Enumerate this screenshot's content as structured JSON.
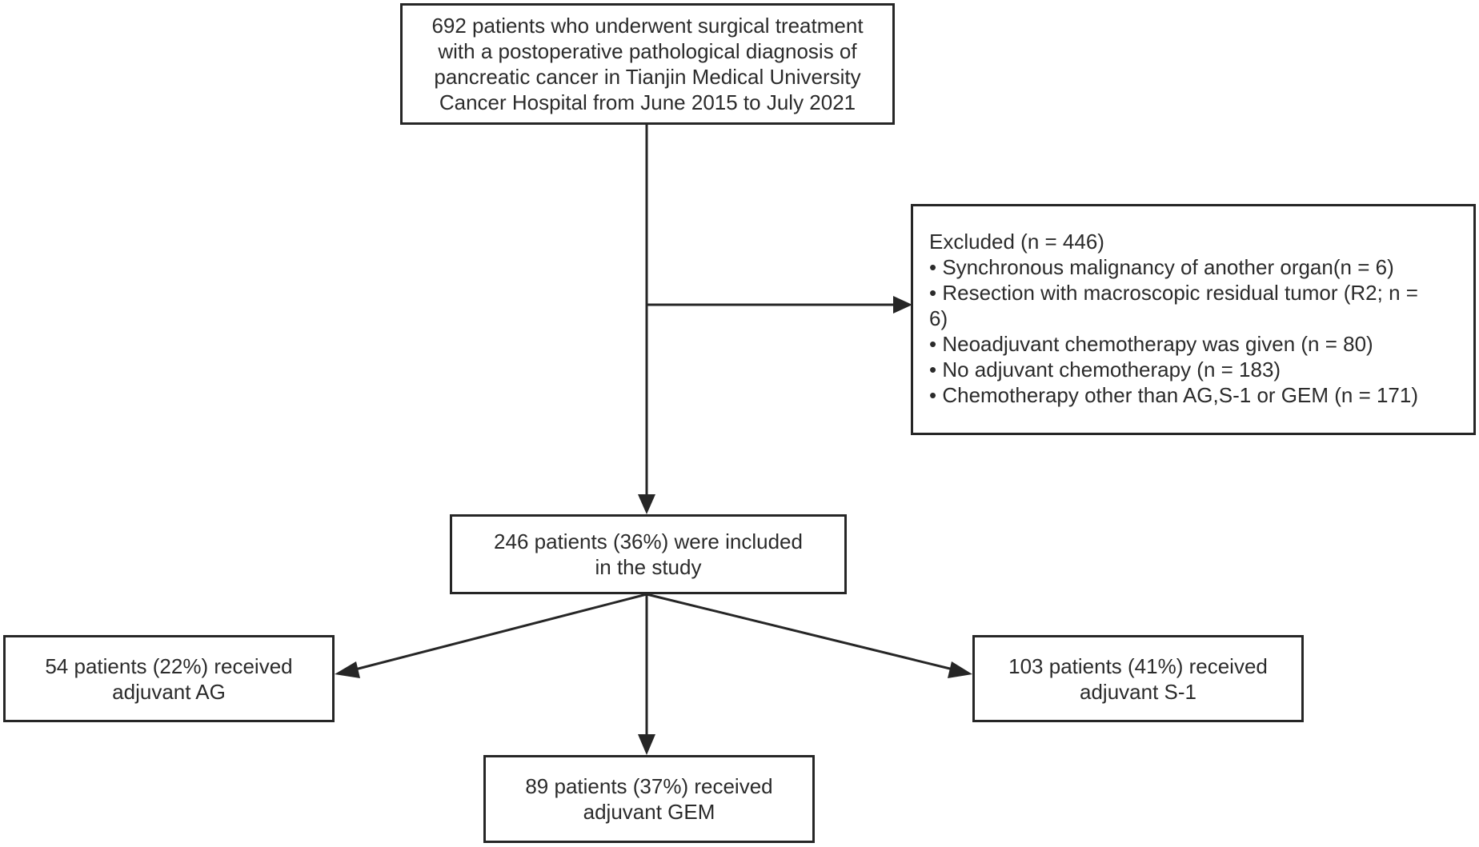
{
  "source_box": {
    "lines": [
      "692 patients who underwent surgical treatment",
      "with a postoperative pathological diagnosis of",
      "pancreatic cancer in Tianjin Medical University",
      "Cancer Hospital from June 2015 to July 2021"
    ]
  },
  "excluded_box": {
    "title": "Excluded (n = 446)",
    "items": [
      "Synchronous malignancy of another organ(n = 6)",
      "Resection with macroscopic residual tumor (R2; n =",
      "Neoadjuvant chemotherapy was given (n = 80)",
      "No adjuvant chemotherapy (n = 183)",
      "Chemotherapy other than AG,S-1 or GEM (n = 171)"
    ],
    "item_2_continuation": "6)"
  },
  "included_box": {
    "lines": [
      "246 patients (36%) were included",
      "in the study"
    ]
  },
  "ag_box": {
    "lines": [
      "54 patients (22%) received",
      "adjuvant AG"
    ]
  },
  "s1_box": {
    "lines": [
      "103 patients (41%) received",
      "adjuvant S-1"
    ]
  },
  "gem_box": {
    "lines": [
      "89 patients (37%) received",
      "adjuvant GEM"
    ]
  },
  "colors": {
    "stroke": "#262626",
    "text": "#2b2b2b"
  }
}
